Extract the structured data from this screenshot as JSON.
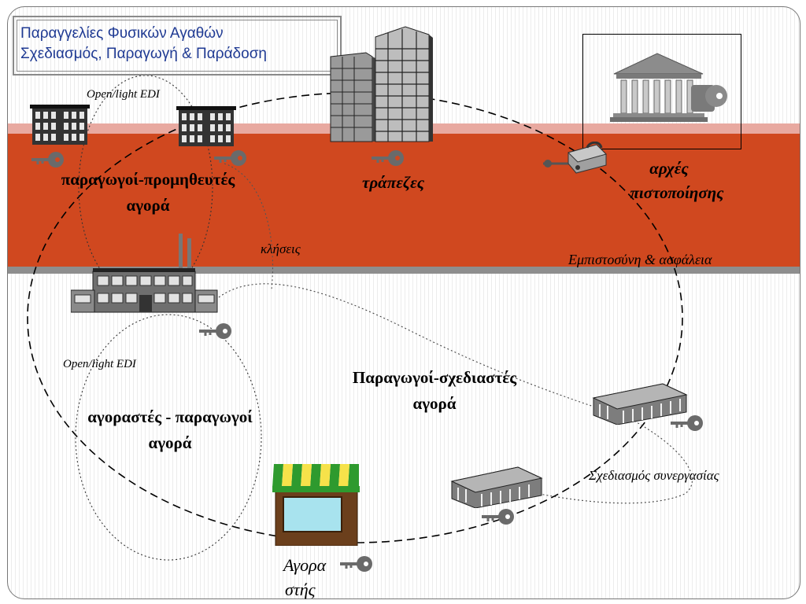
{
  "title": {
    "line1": "Παραγγελίες Φυσικών Αγαθών",
    "line2": "Σχεδιασμός, Παραγωγή & Παράδοση"
  },
  "labels": {
    "supplier_market_1": "παραγωγοί-προμηθευτές",
    "supplier_market_2": "αγορά",
    "banks": "τράπεζες",
    "cert_1": "αρχές",
    "cert_2": "πιστοποίησης",
    "calls": "κλήσεις",
    "trust": "Εμπιστοσύνη & ασφάλεια",
    "edi_top": "Open/light EDI",
    "edi_bottom": "Open/light EDI",
    "designer_market_1": "Παραγωγοί-σχεδιαστές",
    "designer_market_2": "αγορά",
    "buyer_market_1": "αγοραστές - παραγωγοί",
    "buyer_market_2": "αγορά",
    "collab_design": "Σχεδιασμός συνεργασίας",
    "buyers_1": "Αγορα",
    "buyers_2": "στής"
  },
  "icons": [
    "building-icon",
    "skyscraper-icon",
    "courthouse-icon",
    "padlock-icon",
    "key-icon",
    "factory-icon",
    "office-building-icon",
    "shop-icon"
  ],
  "colors": {
    "band_red": "#d0481f",
    "band_pink": "#e8a9a0",
    "band_grey": "#8e8e8e",
    "title_text": "#1f3a93"
  }
}
